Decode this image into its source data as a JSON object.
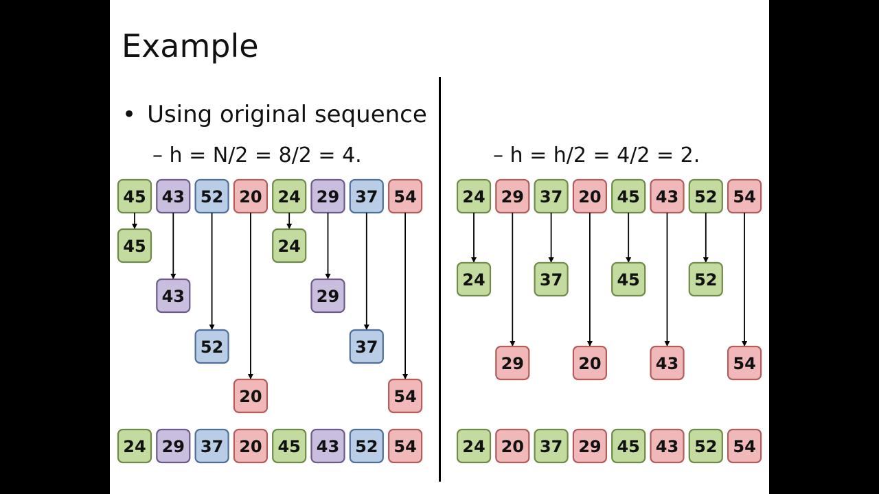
{
  "slide": {
    "title": "Example",
    "bullet": "Using original sequence",
    "left_step": "– h = N/2 = 8/2 = 4.",
    "right_step": "– h = h/2 = 4/2 = 2."
  },
  "colors": {
    "green": {
      "fill": "#c4dba0",
      "stroke": "#6e8a48"
    },
    "purple": {
      "fill": "#c9bedd",
      "stroke": "#6b5a8a"
    },
    "blue": {
      "fill": "#b9cde6",
      "stroke": "#4d6f99"
    },
    "red": {
      "fill": "#f0b8b8",
      "stroke": "#b35c5c"
    }
  },
  "diagrams": [
    {
      "name": "h4",
      "top": [
        45,
        43,
        52,
        20,
        24,
        29,
        37,
        54
      ],
      "top_colors": [
        "green",
        "purple",
        "blue",
        "red",
        "green",
        "purple",
        "blue",
        "red"
      ],
      "sorted_groups": [
        {
          "values": [
            45,
            24
          ],
          "color": "green"
        },
        {
          "values": [
            43,
            29
          ],
          "color": "purple"
        },
        {
          "values": [
            52,
            37
          ],
          "color": "blue"
        },
        {
          "values": [
            20,
            54
          ],
          "color": "red"
        }
      ],
      "bottom": [
        24,
        29,
        37,
        20,
        45,
        43,
        52,
        54
      ],
      "bottom_colors": [
        "green",
        "purple",
        "blue",
        "red",
        "green",
        "purple",
        "blue",
        "red"
      ]
    },
    {
      "name": "h2",
      "top": [
        24,
        29,
        37,
        20,
        45,
        43,
        52,
        54
      ],
      "top_colors": [
        "green",
        "red",
        "green",
        "red",
        "green",
        "red",
        "green",
        "red"
      ],
      "sorted_groups": [
        {
          "values": [
            24,
            37,
            45,
            52
          ],
          "color": "green"
        },
        {
          "values": [
            29,
            20,
            43,
            54
          ],
          "color": "red"
        }
      ],
      "bottom": [
        24,
        20,
        37,
        29,
        45,
        43,
        52,
        54
      ],
      "bottom_colors": [
        "green",
        "red",
        "green",
        "red",
        "green",
        "red",
        "green",
        "red"
      ]
    }
  ]
}
